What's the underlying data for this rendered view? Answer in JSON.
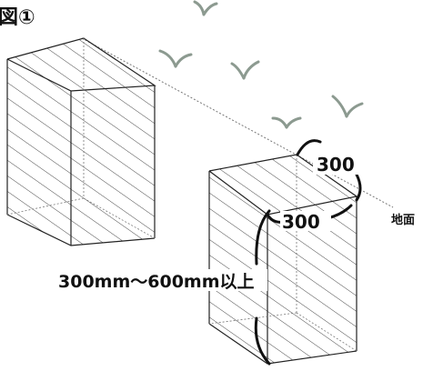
{
  "figure_label": "図①",
  "labels": {
    "top_dimension": "300",
    "side_dimension": "300",
    "depth_dimension": "300mm〜600mm以上",
    "ground": "地面"
  },
  "icons": [
    "sprout-icon",
    "sprout-icon",
    "sprout-icon",
    "sprout-icon",
    "sprout-icon"
  ],
  "colors": {
    "line": "#222222",
    "hatch": "#333333",
    "ground_line": "#777777",
    "sprout": "#8c9a90"
  }
}
